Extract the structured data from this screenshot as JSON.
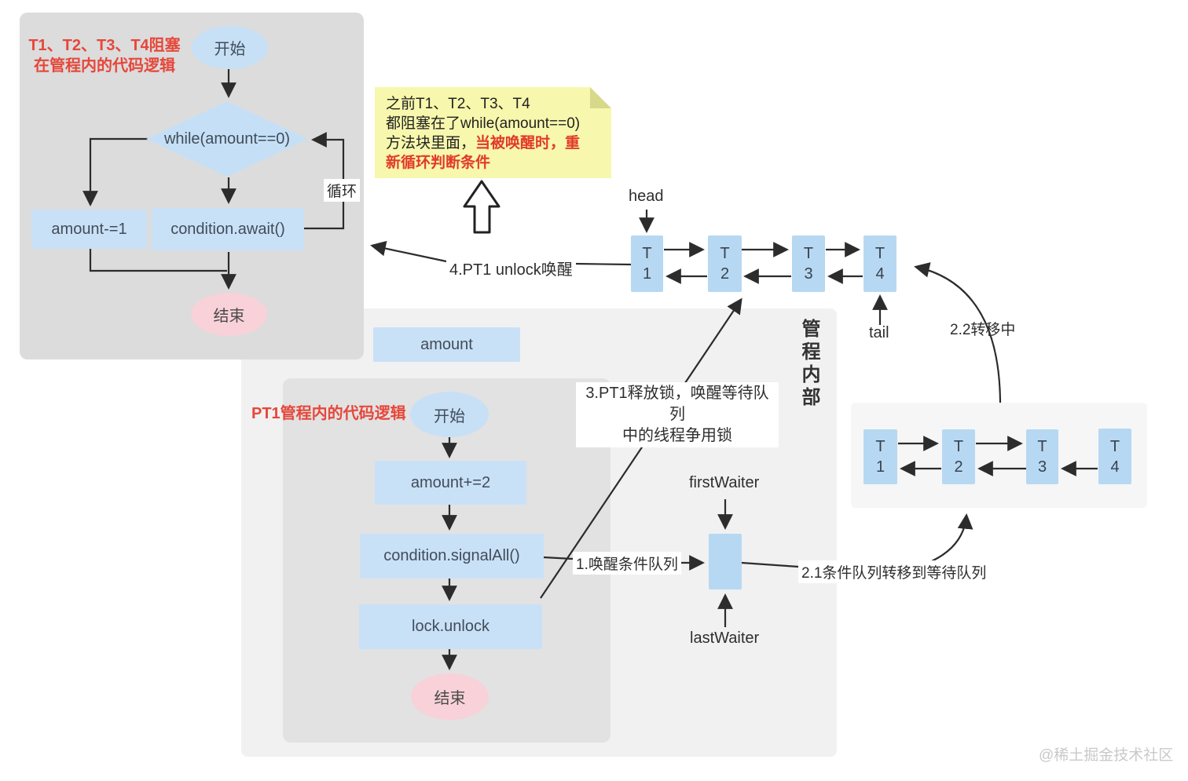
{
  "colors": {
    "flow_blue": "#c9e1f7",
    "queue_blue": "#b7d8f2",
    "end_pink": "#f8d1d9",
    "note_yellow": "#f7f7ad",
    "highlight_red": "#e6473a",
    "panel_gray": "#dcdcdc"
  },
  "blocked_flow": {
    "title_line1": "T1、T2、T3、T4阻塞",
    "title_line2": "在管程内的代码逻辑",
    "start": "开始",
    "condition": "while(amount==0)",
    "decrement": "amount-=1",
    "await": "condition.await()",
    "loop_label": "循环",
    "end": "结束"
  },
  "note": {
    "line1": "之前T1、T2、T3、T4",
    "line2": "都阻塞在了while(amount==0)",
    "line3_black": "方法块里面，",
    "line3_red": "当被唤醒时，重",
    "line4_red": "新循环判断条件"
  },
  "pt1_flow": {
    "title": "PT1管程内的代码逻辑",
    "start": "开始",
    "step1": "amount+=2",
    "step2": "condition.signalAll()",
    "step3": "lock.unlock",
    "end": "结束"
  },
  "shared": {
    "amount_label": "amount",
    "monitor_label": "管程内部"
  },
  "sync_queue": {
    "head_label": "head",
    "tail_label": "tail",
    "cells": [
      {
        "t": "T",
        "n": "1"
      },
      {
        "t": "T",
        "n": "2"
      },
      {
        "t": "T",
        "n": "3"
      },
      {
        "t": "T",
        "n": "4"
      }
    ]
  },
  "wait_queue": {
    "cells": [
      {
        "t": "T",
        "n": "1"
      },
      {
        "t": "T",
        "n": "2"
      },
      {
        "t": "T",
        "n": "3"
      },
      {
        "t": "T",
        "n": "4"
      }
    ]
  },
  "cond_queue": {
    "first_label": "firstWaiter",
    "last_label": "lastWaiter"
  },
  "annotations": {
    "unlock_wake": "4.PT1 unlock唤醒",
    "release_line1": "3.PT1释放锁，唤醒等待队列",
    "release_line2": "中的线程争用锁",
    "wake_cond": "1.唤醒条件队列",
    "transfer_21": "2.1条件队列转移到等待队列",
    "transfer_22": "2.2转移中"
  },
  "watermark": "@稀土掘金技术社区"
}
